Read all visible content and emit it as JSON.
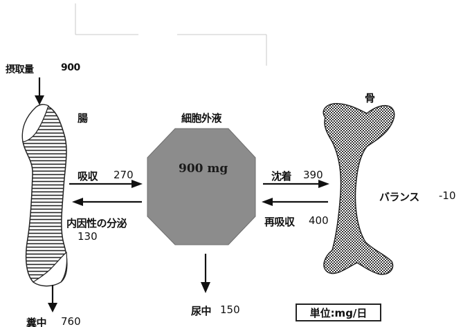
{
  "intake": {
    "label": "摂取量",
    "value": "900"
  },
  "intestine": {
    "label": "腸"
  },
  "extracellular": {
    "label": "細胞外液",
    "amount": "900 mg"
  },
  "bone": {
    "label": "骨"
  },
  "absorption": {
    "label": "吸収",
    "value": "270"
  },
  "secretion": {
    "label": "内因性の分泌",
    "value": "130"
  },
  "deposition": {
    "label": "沈着",
    "value": "390"
  },
  "resorption": {
    "label": "再吸収",
    "value": "400"
  },
  "balance": {
    "label": "バランス",
    "value": "-10"
  },
  "feces": {
    "label": "糞中",
    "value": "760"
  },
  "urine": {
    "label": "尿中",
    "value": "150"
  },
  "unit": "単位:mg/日"
}
